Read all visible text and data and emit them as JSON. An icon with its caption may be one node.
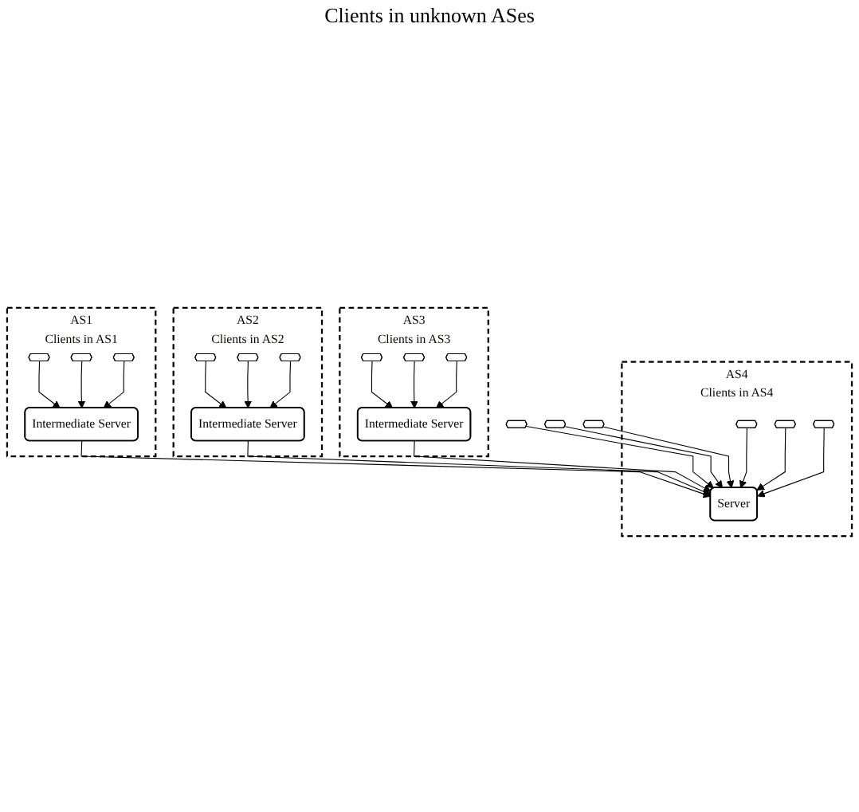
{
  "diagram": {
    "nodes": [
      {
        "text": [
          "AS1",
          "Clients in AS1"
        ]
      },
      {
        "text": [],
        "shape": "hexagon",
        "in": 0
      },
      {
        "text": [],
        "shape": "hexagon",
        "in": 0
      },
      {
        "text": [],
        "shape": "hexagon",
        "in": 0
      },
      {
        "text": [
          "Intermediate Server"
        ],
        "in": 0
      },
      {
        "text": [
          "AS2",
          "Clients in AS2"
        ]
      },
      {
        "text": [],
        "shape": "hexagon",
        "in": 5
      },
      {
        "text": [],
        "shape": "hexagon",
        "in": 5
      },
      {
        "text": [],
        "shape": "hexagon",
        "in": 5
      },
      {
        "text": [
          "Intermediate Server"
        ],
        "in": 5
      },
      {
        "text": [
          "AS3",
          "Clients in AS3"
        ]
      },
      {
        "text": [],
        "shape": "hexagon",
        "in": 10
      },
      {
        "text": [],
        "shape": "hexagon",
        "in": 10
      },
      {
        "text": [],
        "shape": "hexagon",
        "in": 10
      },
      {
        "text": [
          "Intermediate Server"
        ],
        "in": 10
      },
      {
        "text": [],
        "shape": "hexagon"
      },
      {
        "text": [],
        "shape": "hexagon"
      },
      {
        "text": [],
        "shape": "hexagon"
      },
      {
        "text": [
          "AS4",
          "Clients in AS4"
        ]
      },
      {
        "text": [
          "Server"
        ],
        "in": 18
      },
      {
        "text": [],
        "shape": "hexagon",
        "in": 18
      },
      {
        "text": [],
        "shape": "hexagon",
        "in": 18
      },
      {
        "text": [],
        "shape": "hexagon",
        "in": 18
      }
    ],
    "edges": [
      {
        "from": 1,
        "to": 4,
        "arrow": "to"
      },
      {
        "from": 2,
        "to": 4,
        "arrow": "to"
      },
      {
        "from": 3,
        "to": 4,
        "arrow": "to"
      },
      {
        "from": 6,
        "to": 9,
        "arrow": "to"
      },
      {
        "from": 7,
        "to": 9,
        "arrow": "to"
      },
      {
        "from": 8,
        "to": 9,
        "arrow": "to"
      },
      {
        "from": 11,
        "to": 14,
        "arrow": "to"
      },
      {
        "from": 12,
        "to": 14,
        "arrow": "to"
      },
      {
        "from": 13,
        "to": 14,
        "arrow": "to"
      },
      {
        "from": 4,
        "to": 19,
        "arrow": "to"
      },
      {
        "from": 9,
        "to": 19,
        "arrow": "to"
      },
      {
        "from": 14,
        "to": 19,
        "arrow": "to"
      },
      {
        "from": 15,
        "to": 19,
        "arrow": "to"
      },
      {
        "from": 16,
        "to": 19,
        "arrow": "to"
      },
      {
        "from": 17,
        "to": 19,
        "arrow": "to"
      },
      {
        "from": 20,
        "to": 19,
        "arrow": "to"
      },
      {
        "from": 21,
        "to": 19,
        "arrow": "to"
      },
      {
        "from": 22,
        "to": 19,
        "arrow": "to"
      }
    ],
    "labels": [
      "Clients in unknown ASes"
    ]
  }
}
